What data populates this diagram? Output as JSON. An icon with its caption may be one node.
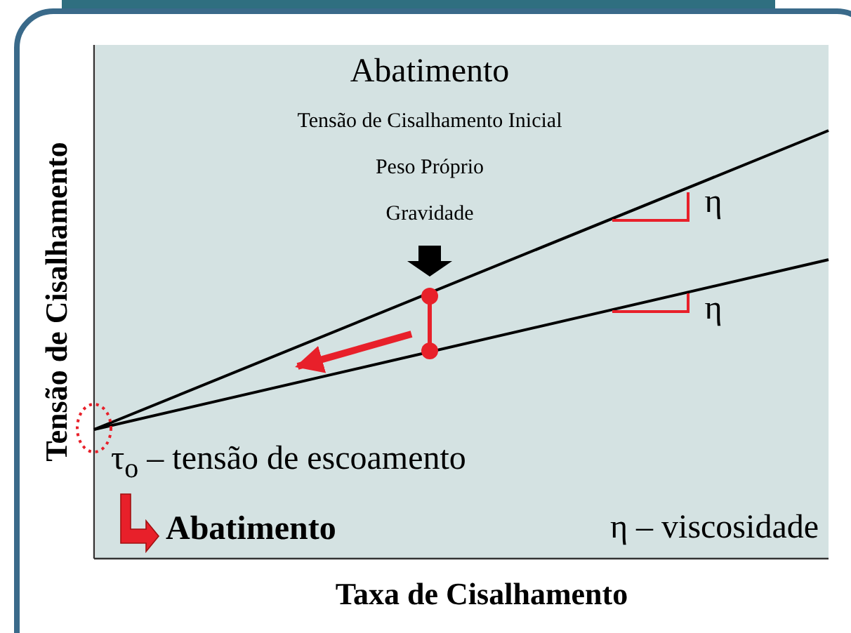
{
  "diagram": {
    "labels": [
      "Abatimento",
      "Tensão de Cisalhamento Inicial",
      "Peso Próprio",
      "Gravidade",
      "η",
      "η",
      "Tensão de Cisalhamento",
      "τ$_{o}$ – tensão de escoamento",
      "Abatimento",
      "η – viscosidade",
      "Taxa de Cisalhamento"
    ]
  }
}
